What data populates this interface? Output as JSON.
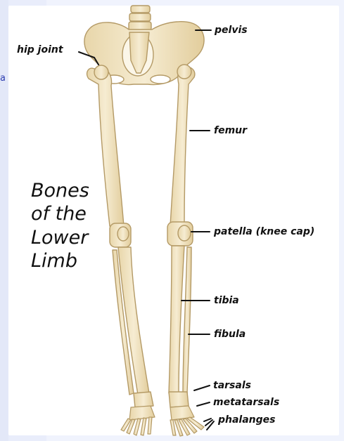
{
  "page_fragment": "a",
  "title": {
    "lines": [
      "Bones",
      "of the",
      "Lower",
      "Limb"
    ]
  },
  "labels": {
    "hip_joint": "hip joint",
    "pelvis": "pelvis",
    "femur": "femur",
    "patella": "patella (knee cap)",
    "tibia": "tibia",
    "fibula": "fibula",
    "tarsals": "tarsals",
    "metatarsals": "metatarsals",
    "phalanges": "phalanges"
  },
  "colors": {
    "bone_fill": "#f1e4c2",
    "bone_stroke": "#b89c68",
    "background": "#e9edfb",
    "fragment_text": "#2c3cb0"
  }
}
